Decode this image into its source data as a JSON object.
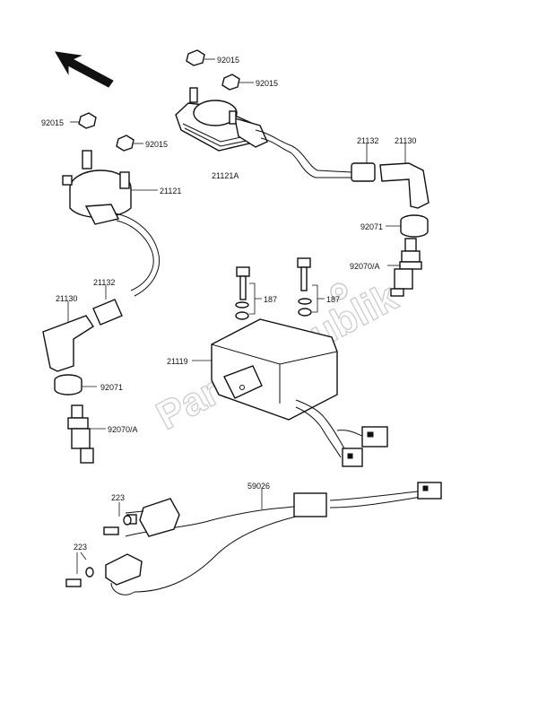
{
  "watermark": "PartsRepublik",
  "labels": {
    "nut_1": "92015",
    "nut_2": "92015",
    "nut_3": "92015",
    "nut_4": "92015",
    "coil_right": "21121A",
    "coil_left": "21121",
    "boot_joint_right": "21132",
    "cap_right": "21130",
    "seal_right": "92071",
    "plug_right": "92070/A",
    "boot_joint_left": "21132",
    "cap_left": "21130",
    "seal_left": "92071",
    "plug_left": "92070/A",
    "bolt_1": "187",
    "bolt_2": "187",
    "igniter": "21119",
    "harness": "59026",
    "screw_1": "223",
    "screw_2": "223"
  },
  "colors": {
    "line": "#111111",
    "watermark": "#c9c9c9",
    "background": "#ffffff"
  },
  "icons": {
    "direction": "front-arrow-icon",
    "logo": "gear-logo-icon"
  }
}
